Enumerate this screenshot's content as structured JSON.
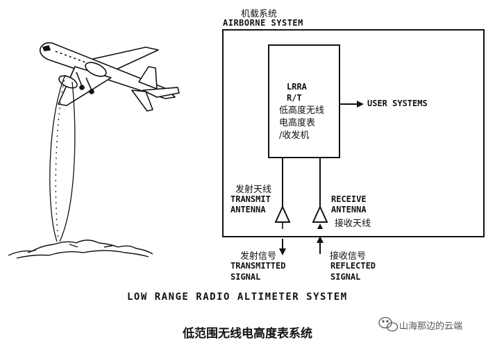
{
  "system": {
    "title_cn": "机载系统",
    "title_en": "AIRBORNE SYSTEM"
  },
  "lrra": {
    "line1": "LRRA",
    "line2": "R/T",
    "line3": "低高度无线",
    "line4": "电高度表",
    "line5": "/收发机"
  },
  "user_systems": "USER SYSTEMS",
  "transmit_antenna": {
    "cn": "发射天线",
    "en1": "TRANSMIT",
    "en2": "ANTENNA"
  },
  "receive_antenna": {
    "en1": "RECEIVE",
    "en2": "ANTENNA",
    "cn": "接收天线"
  },
  "transmitted_signal": {
    "cn": "发射信号",
    "en1": "TRANSMITTED",
    "en2": "SIGNAL"
  },
  "reflected_signal": {
    "cn": "接收信号",
    "en1": "REFLECTED",
    "en2": "SIGNAL"
  },
  "caption_en": "LOW RANGE RADIO ALTIMETER SYSTEM",
  "caption_cn": "低范围无线电高度表系统",
  "watermark": "山海那边的云端",
  "colors": {
    "ink": "#111111",
    "watermark": "#555555"
  }
}
